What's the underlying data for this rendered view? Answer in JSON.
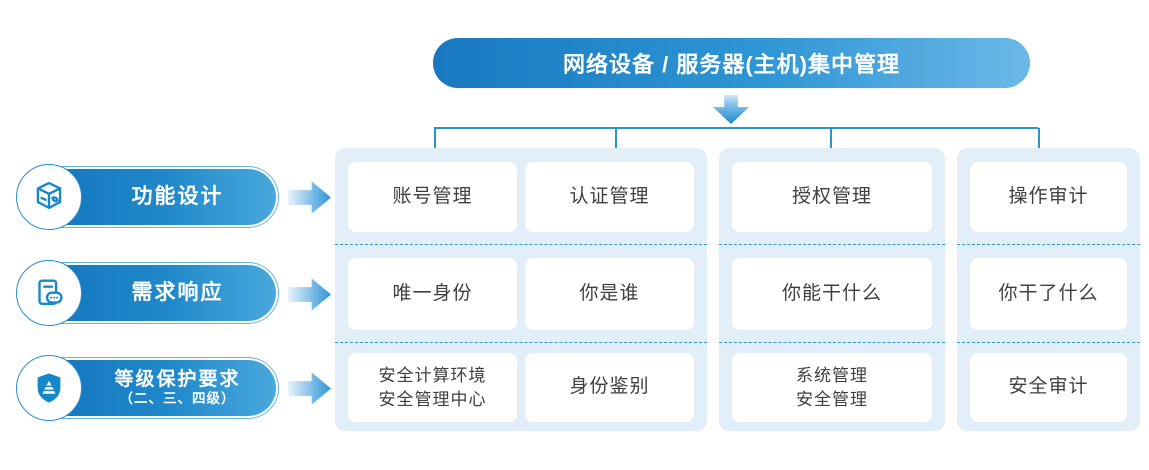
{
  "banner": {
    "title": "网络设备 / 服务器(主机)集中管理"
  },
  "left_labels": [
    {
      "title": "功能设计",
      "icon": "cube-icon"
    },
    {
      "title": "需求响应",
      "icon": "document-chat-icon"
    },
    {
      "title": "等级保护要求",
      "subtitle": "（二、三、四级）",
      "icon": "shield-icon"
    }
  ],
  "grid": {
    "rows": [
      {
        "cells": [
          {
            "lines": [
              "账号管理"
            ]
          },
          {
            "lines": [
              "认证管理"
            ]
          },
          {
            "lines": [
              "授权管理"
            ]
          },
          {
            "lines": [
              "操作审计"
            ]
          }
        ]
      },
      {
        "cells": [
          {
            "lines": [
              "唯一身份"
            ]
          },
          {
            "lines": [
              "你是谁"
            ]
          },
          {
            "lines": [
              "你能干什么"
            ]
          },
          {
            "lines": [
              "你干了什么"
            ]
          }
        ]
      },
      {
        "cells": [
          {
            "lines": [
              "安全计算环境",
              "安全管理中心"
            ]
          },
          {
            "lines": [
              "身份鉴别"
            ]
          },
          {
            "lines": [
              "系统管理",
              "安全管理"
            ]
          },
          {
            "lines": [
              "安全审计"
            ]
          }
        ]
      }
    ]
  },
  "colors": {
    "accent_blue": "#1787cc",
    "banner_gradient_left": "#1878c0",
    "banner_gradient_right": "#6cb8e8",
    "panel_bg": "#e2eef8",
    "cell_bg": "#ffffff",
    "cell_text": "#404040",
    "connector": "#2a94d3"
  }
}
